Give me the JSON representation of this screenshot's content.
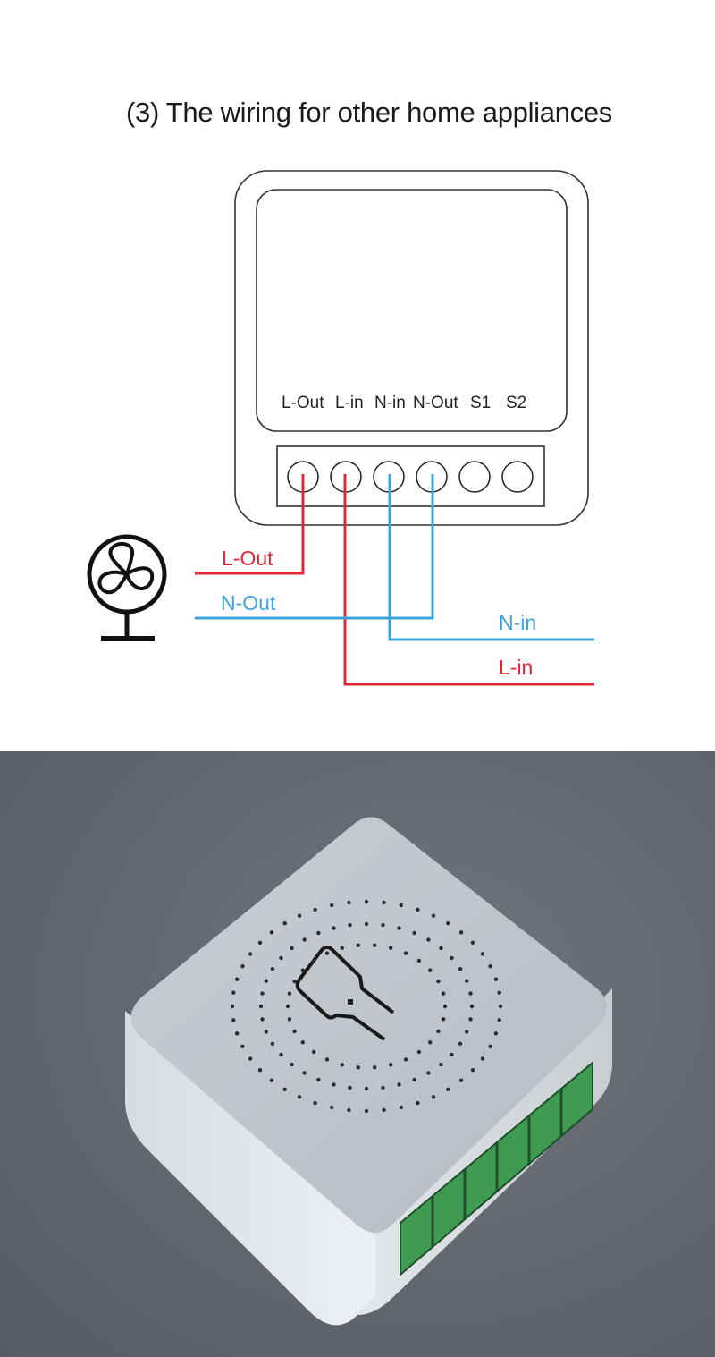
{
  "title": "(3) The wiring for other home appliances",
  "device": {
    "terminal_labels": [
      "L-Out",
      "L-in",
      "N-in",
      "N-Out",
      "S1",
      "S2"
    ]
  },
  "wires": {
    "l_out": "L-Out",
    "n_out": "N-Out",
    "n_in": "N-in",
    "l_in": "L-in"
  },
  "colors": {
    "live": "#e0283a",
    "neutral": "#3fa3dc",
    "outline": "#222222",
    "photo_bg": "#63696f",
    "terminal_green": "#3f9a52"
  },
  "appliance": "fan-icon"
}
